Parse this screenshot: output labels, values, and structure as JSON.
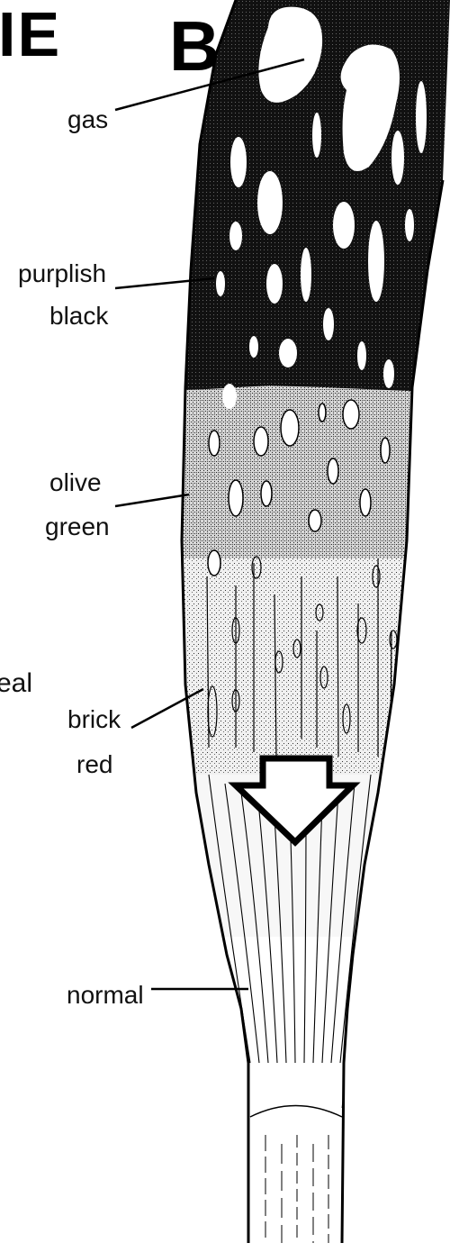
{
  "panel_letter": "B",
  "cropped_heading": "IE",
  "cropped_side_text": "eal",
  "labels": {
    "gas": "gas",
    "purplish_line1": "purplish",
    "purplish_line2": "black",
    "olive_line1": "olive",
    "olive_line2": "green",
    "brick_line1": "brick",
    "brick_line2": "red",
    "normal": "normal"
  },
  "colors": {
    "ink": "#000000",
    "paper": "#ffffff"
  },
  "icons": {
    "arrow": "down-arrow-icon"
  }
}
